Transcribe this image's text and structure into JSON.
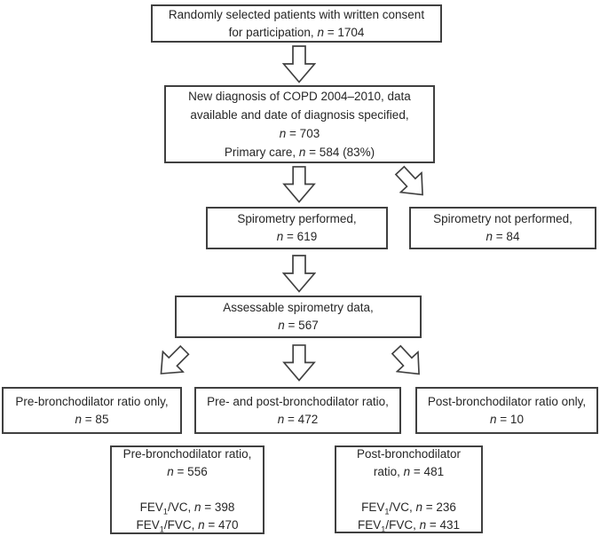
{
  "diagram": {
    "colors": {
      "border": "#404040",
      "text": "#262626",
      "background": "#ffffff",
      "arrow_fill": "#ffffff"
    },
    "boxes": {
      "consent": {
        "lines": [
          "Randomly selected patients with written consent",
          "for participation, n = 1704"
        ]
      },
      "diagnosis": {
        "lines": [
          "New diagnosis of COPD 2004–2010, data",
          "available and date of diagnosis specified,",
          "n = 703",
          "Primary care, n = 584 (83%)"
        ]
      },
      "spirometry_performed": {
        "lines": [
          "Spirometry performed,",
          "n = 619"
        ]
      },
      "spirometry_not_performed": {
        "lines": [
          "Spirometry not performed,",
          "n = 84"
        ]
      },
      "assessable": {
        "lines": [
          "Assessable spirometry data,",
          "n = 567"
        ]
      },
      "pre_only": {
        "lines": [
          "Pre-bronchodilator ratio only,",
          "n = 85"
        ]
      },
      "pre_post": {
        "lines": [
          "Pre- and post-bronchodilator ratio,",
          "n = 472"
        ]
      },
      "post_only": {
        "lines": [
          "Post-bronchodilator ratio only,",
          "n = 10"
        ]
      },
      "pre_detail": {
        "lines": [
          "Pre-bronchodilator ratio,",
          "n = 556",
          "",
          "FEV₁/VC, n = 398",
          "FEV₁/FVC, n = 470"
        ]
      },
      "post_detail": {
        "lines": [
          "Post-bronchodilator",
          "ratio, n = 481",
          "",
          "FEV₁/VC, n = 236",
          "FEV₁/FVC, n = 431"
        ]
      }
    },
    "arrows": [
      {
        "name": "consent-to-diagnosis",
        "direction": "down"
      },
      {
        "name": "diagnosis-to-spirometry-performed",
        "direction": "down"
      },
      {
        "name": "diagnosis-to-spirometry-not-performed",
        "direction": "down-right"
      },
      {
        "name": "spirometry-performed-to-assessable",
        "direction": "down"
      },
      {
        "name": "assessable-to-pre-only",
        "direction": "down-left"
      },
      {
        "name": "assessable-to-pre-post",
        "direction": "down"
      },
      {
        "name": "assessable-to-post-only",
        "direction": "down-right"
      }
    ]
  }
}
